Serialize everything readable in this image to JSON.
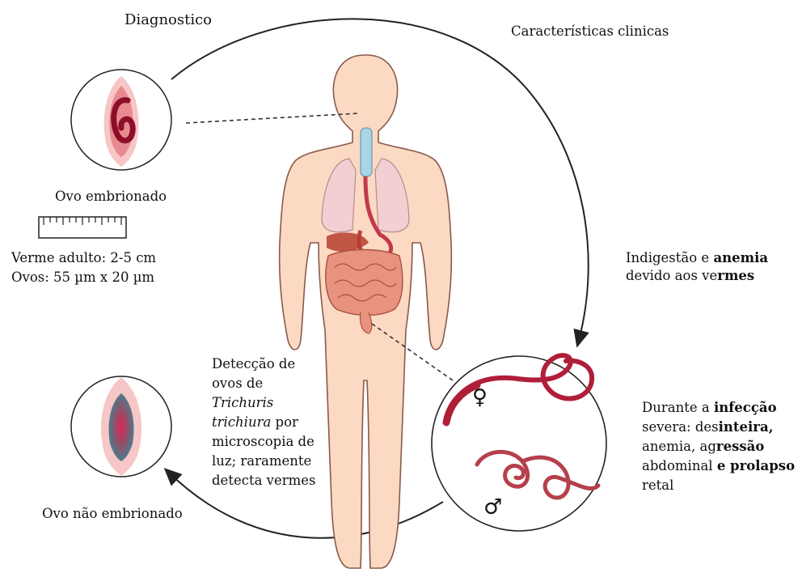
{
  "labels": {
    "diagnostico": "Diagnostico",
    "caracteristicas": "Características clinicas",
    "ovo_embrionado": "Ovo embrionado",
    "verme_adulto": "Verme adulto: 2-5 cm",
    "ovos_tamanho": "Ovos: 55 µm x 20 µm",
    "ovo_nao_embrionado": "Ovo não embrionado",
    "female_symbol": "♀",
    "male_symbol": "♂"
  },
  "indigestao": {
    "p1": "Indigestão e ",
    "b1": "anemia",
    "p2": "devido aos ve",
    "b2": "rmes"
  },
  "deteccao": {
    "l1": "Detecção de",
    "l2": "ovos de",
    "l3": "Trichuris",
    "l4a": "trichiura",
    "l4b": " por",
    "l5": "microscopia de",
    "l6": "luz; raramente",
    "l7": "detecta vermes"
  },
  "infeccao": {
    "a1": "Durante a ",
    "b1": "infecção",
    "a2": "severa: des",
    "b2": "inteira,",
    "a3": "anemia, ag",
    "b3": "ressão",
    "a4": "abdominal ",
    "b4": "e prolapso",
    "a5": "retal"
  },
  "colors": {
    "skin": "#fbd9c3",
    "skin_outline": "#8a5a4a",
    "worm": "#b01e3a",
    "trachea": "#a8d4e6",
    "lung": "#f2cfd2",
    "intestine": "#e8937f",
    "arrow": "#222222"
  }
}
